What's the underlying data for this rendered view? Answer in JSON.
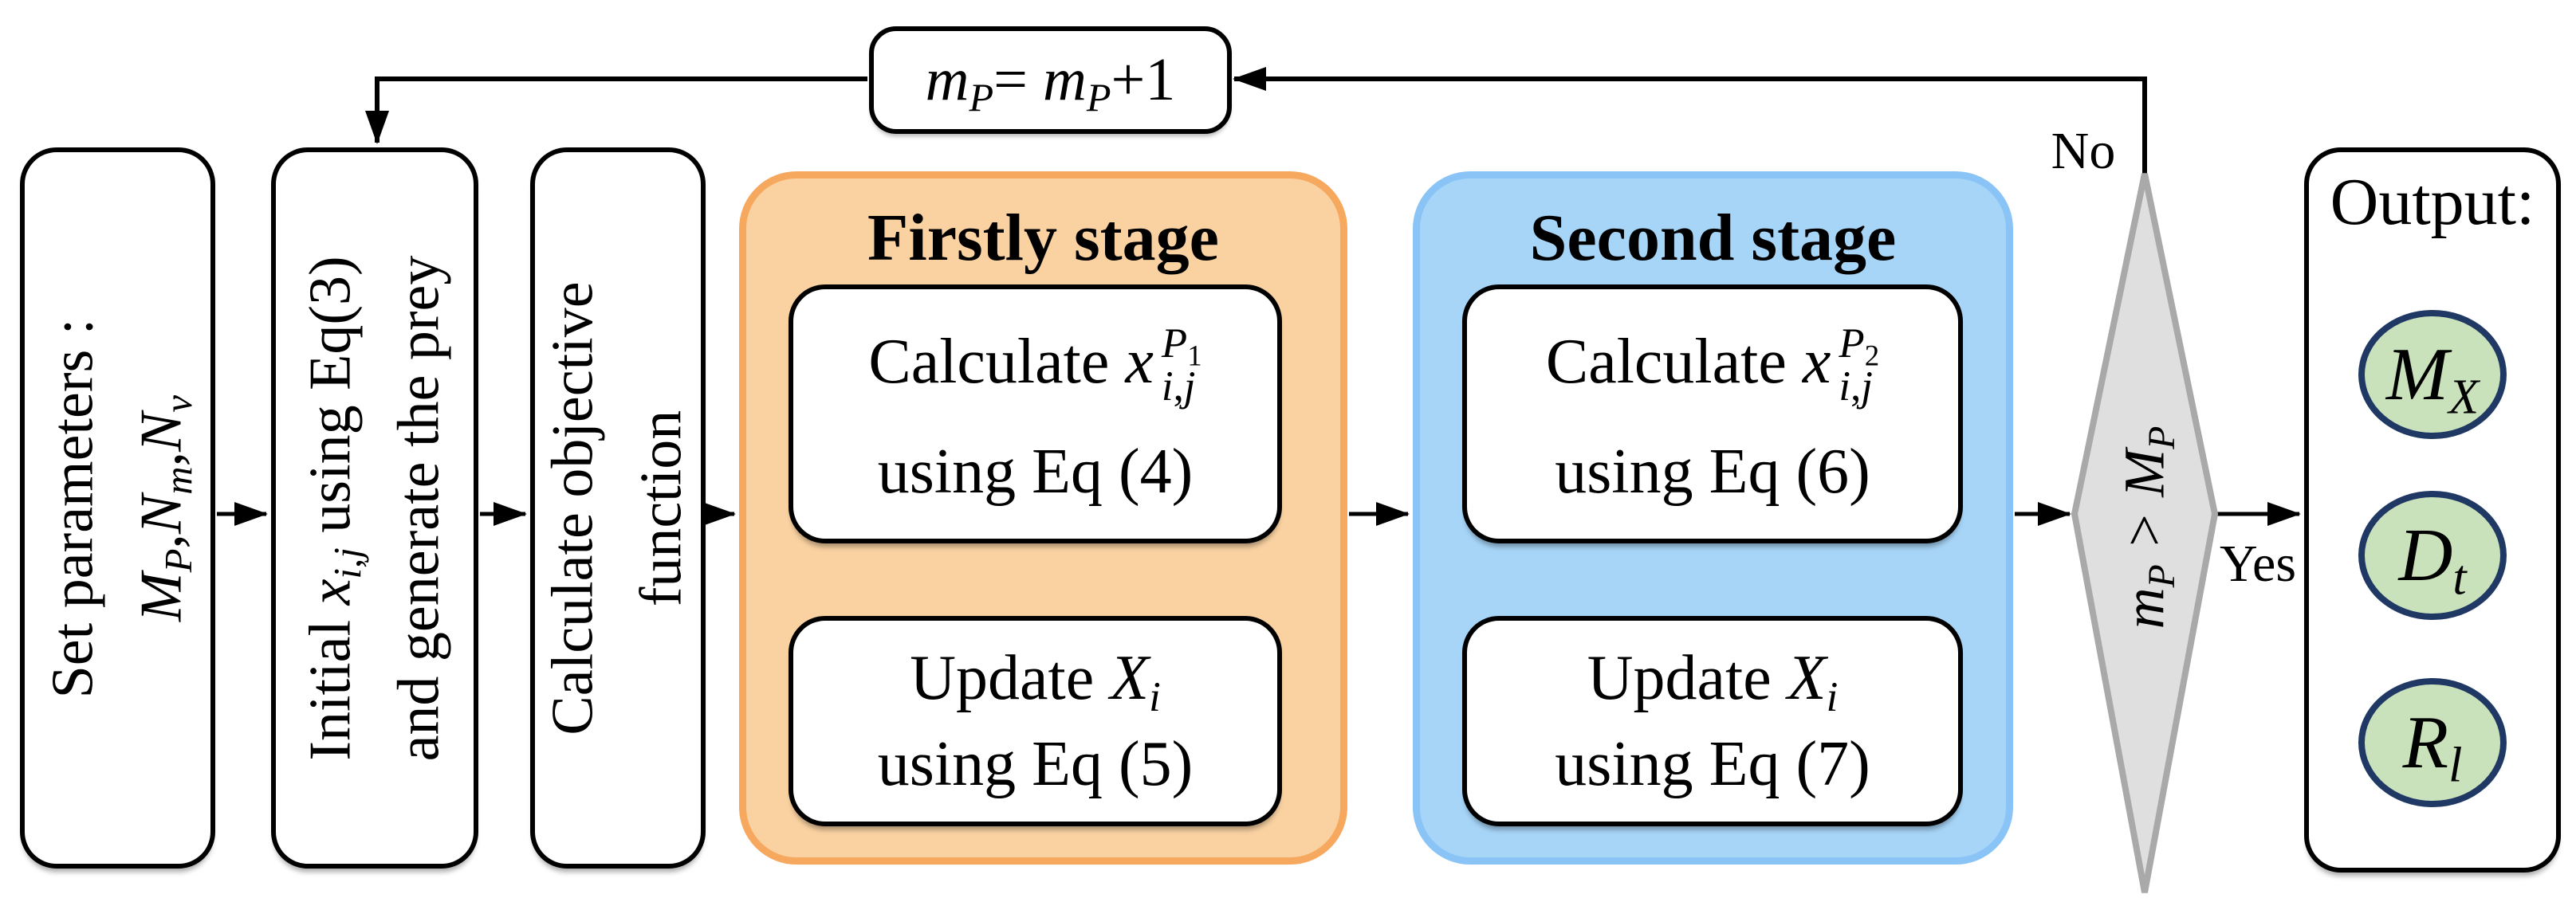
{
  "colors": {
    "orange_fill": "#FAD2A2",
    "orange_border": "#F6A85E",
    "blue_fill": "#A7D5F8",
    "blue_border": "#8AC4F6",
    "diamond_fill": "#DFDFDF",
    "diamond_border": "#A9A9A9",
    "ellipse_fill": "#C9E2BC",
    "ellipse_border": "#1F3864",
    "line": "#000000"
  },
  "params_box": {
    "line1": "Set parameters :",
    "line2_html": "<i>M</i><sub><i>P</i></sub>,<i>N</i><sub><i>m</i></sub>,<i>N</i><sub><i>v</i></sub>"
  },
  "init_box": {
    "line1_html": "Initial <i>x</i><sub><i>i</i>,<i>j</i></sub> using Eq(3)",
    "line2": "and generate the prey"
  },
  "objective_box": {
    "line1": "Calculate objective",
    "line2": "function"
  },
  "loop_box": {
    "label_html": "<i>m</i><sub><i>P</i></sub>= <i>m</i><sub><i>P</i></sub>+1"
  },
  "stage1": {
    "title": "Firstly stage",
    "calc": {
      "prefix_html": "Calculate <i>x</i>",
      "sup_html": "<i>P</i><sub>1</sub>",
      "sub_html": "<i>i</i>,<i>j</i>",
      "line2": "using Eq (4)"
    },
    "update": {
      "line1_html": "Update <i>X</i><sub><i>i</i></sub>",
      "line2": "using Eq (5)"
    }
  },
  "stage2": {
    "title": "Second stage",
    "calc": {
      "prefix_html": "Calculate <i>x</i>",
      "sup_html": "<i>P</i><sub>2</sub>",
      "sub_html": "<i>i</i>,<i>j</i>",
      "line2": "using Eq (6)"
    },
    "update": {
      "line1_html": "Update <i>X</i><sub><i>i</i></sub>",
      "line2": "using Eq (7)"
    }
  },
  "decision": {
    "label_html": "<i>m</i><sub><i>P</i></sub> &gt; <i>M</i><sub><i>P</i></sub>",
    "no_label": "No",
    "yes_label": "Yes"
  },
  "output": {
    "title": "Output:",
    "items_html": [
      "<i>M</i><sub><i>X</i></sub>",
      "<i>D</i><sub><i>t</i></sub>",
      "<i>R</i><sub><i>l</i></sub>"
    ]
  }
}
